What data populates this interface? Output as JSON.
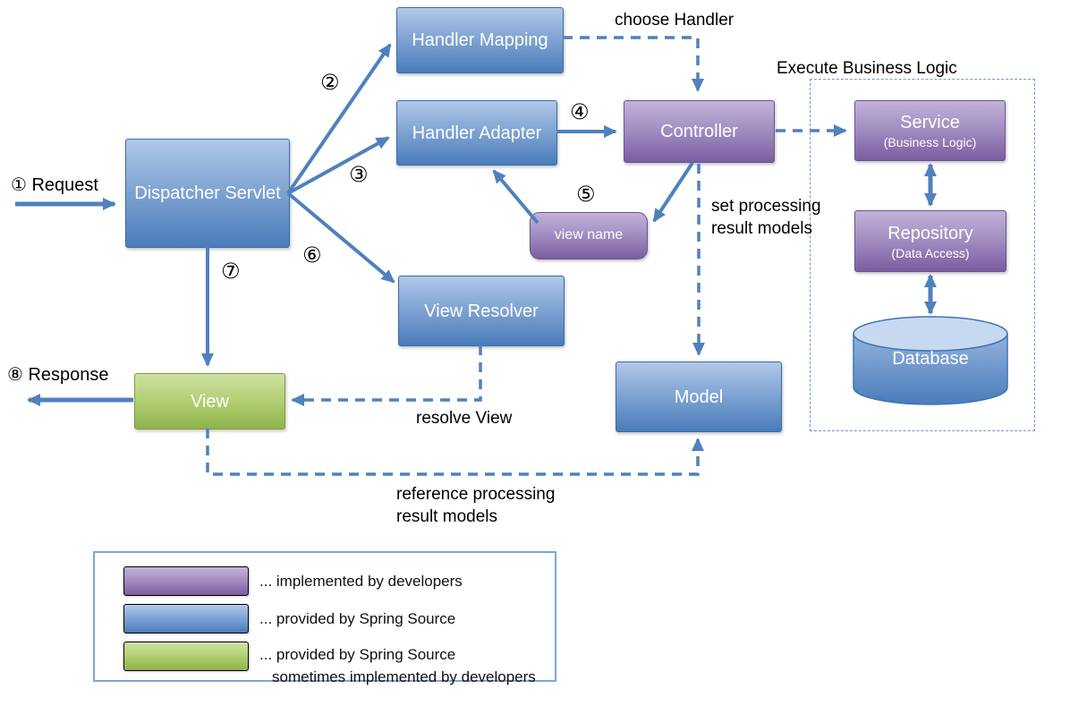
{
  "nodes": {
    "dispatcherServlet": "Dispatcher Servlet",
    "handlerMapping": "Handler Mapping",
    "handlerAdapter": "Handler Adapter",
    "controller": "Controller",
    "viewName": "view name",
    "viewResolver": "View Resolver",
    "view": "View",
    "model": "Model",
    "service": "Service",
    "serviceSub": "(Business Logic)",
    "repository": "Repository",
    "repositorySub": "(Data Access)",
    "database": "Database"
  },
  "annotations": {
    "request": "① Request",
    "response": "⑧ Response",
    "chooseHandler": "choose Handler",
    "executeBusinessLogic": "Execute Business Logic",
    "setProcessing": "set processing result models",
    "resolveView": "resolve View",
    "referenceProcessing": "reference processing result models",
    "steps": {
      "s2": "②",
      "s3": "③",
      "s4": "④",
      "s5": "⑤",
      "s6": "⑥",
      "s7": "⑦"
    }
  },
  "legend": {
    "items": [
      {
        "color": "#8064a2",
        "label": "... implemented by developers"
      },
      {
        "color": "#4f81bd",
        "label": "... provided by Spring Source"
      },
      {
        "color": "#9bbb59",
        "label": "... provided by Spring Source",
        "label2": "sometimes implemented by developers"
      }
    ]
  },
  "colors": {
    "springBlue": "#4f81bd",
    "developerPurple": "#8064a2",
    "viewGreen": "#9bbb59",
    "arrow": "#4f81bd"
  }
}
